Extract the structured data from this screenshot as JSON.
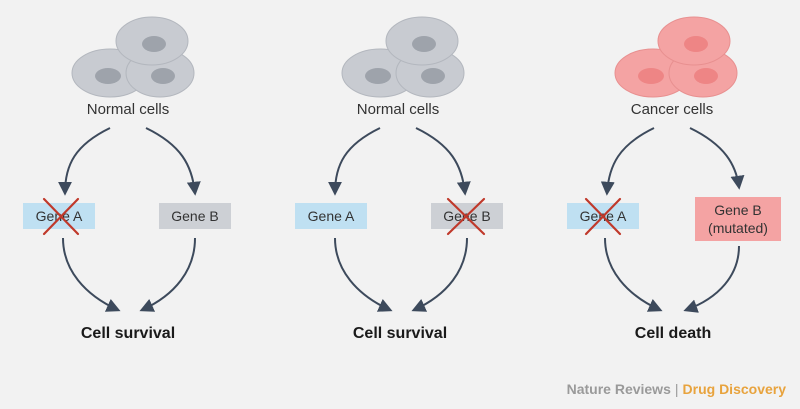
{
  "panels": [
    {
      "cells_label": "Normal cells",
      "gene_a": "Gene A",
      "gene_b": "Gene B",
      "gene_b_line2": "",
      "outcome": "Cell survival"
    },
    {
      "cells_label": "Normal cells",
      "gene_a": "Gene A",
      "gene_b": "Gene B",
      "gene_b_line2": "",
      "outcome": "Cell survival"
    },
    {
      "cells_label": "Cancer cells",
      "gene_a": "Gene A",
      "gene_b": "Gene B",
      "gene_b_line2": "(mutated)",
      "outcome": "Cell death"
    }
  ],
  "brand": {
    "journal": "Nature Reviews",
    "separator": "|",
    "section": "Drug Discovery"
  },
  "colors": {
    "normal_cell": "#c8cbd1",
    "normal_nucleus": "#9ea3ab",
    "cancer_cell": "#f4a3a3",
    "cancer_nucleus": "#ee8585",
    "gene_a_box": "#bfe0f2",
    "gene_b_box": "#cdd0d5",
    "gene_b_mutated_box": "#f4a3a3",
    "cross": "#c0392b",
    "arrow": "#3d4a5c",
    "brand_gray": "#9a9a9a",
    "brand_orange": "#e8a33d"
  }
}
